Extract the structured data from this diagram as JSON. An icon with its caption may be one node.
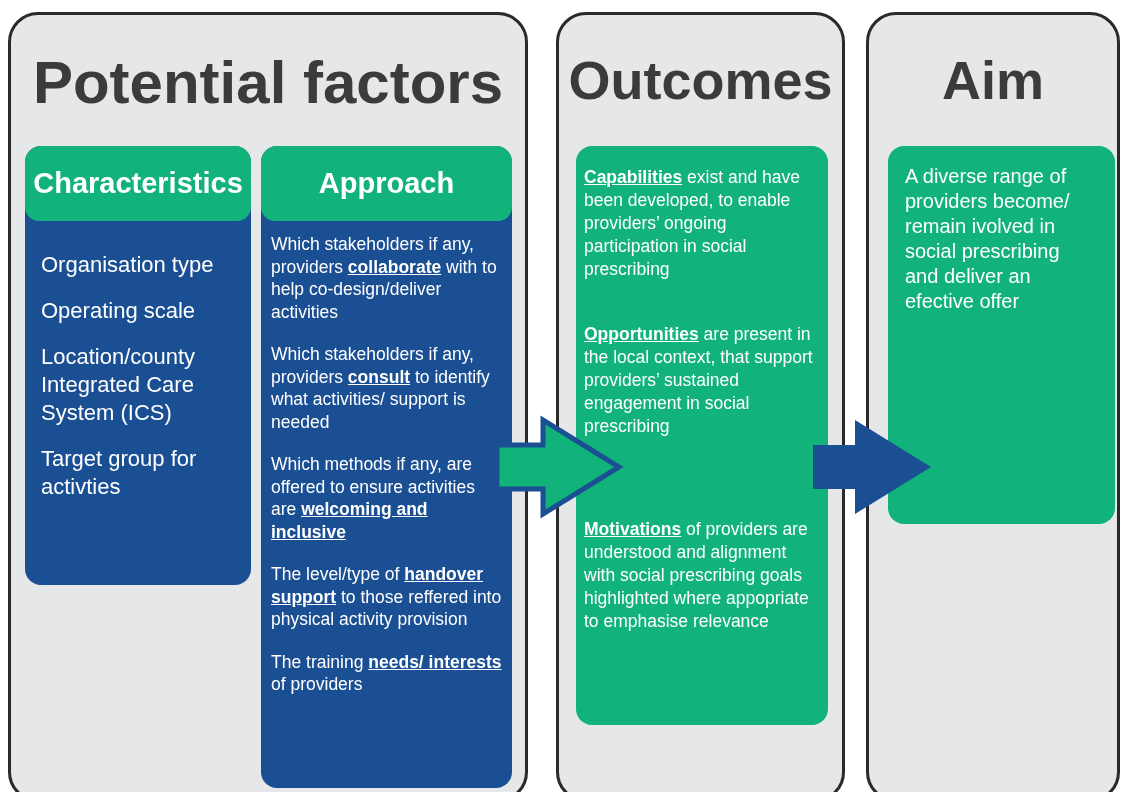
{
  "diagram": {
    "nodes": [
      {
        "text": [
          "Potential factors"
        ]
      },
      {
        "text": [
          "Characteristics",
          "Organisation type",
          "Operating scale",
          "Location/county Integrated Care System (ICS)",
          "Target group for activties"
        ],
        "in": 0
      },
      {
        "text": [
          "Approach",
          "Which stakeholders if any, providers **collaborate** with to help co-design/deliver activities",
          "Which stakeholders if any, providers **consult** to identify what activities/ support is needed",
          "Which methods if any, are offered to ensure activities are **welcoming and inclusive**",
          "The level/type of **handover support** to those reffered into physical activity provision",
          "The training **needs/ interests** of providers"
        ],
        "in": 0
      },
      {
        "text": [
          "Outcomes"
        ]
      },
      {
        "text": [
          "**Capabilities** exist and have been developed, to enable providers’ ongoing participation in social prescribing",
          "**Opportunities** are present in the local context, that support providers’ sustained engagement in social prescribing",
          "**Motivations** of providers are understood and alignment with social prescribing goals highlighted where appopriate to emphasise relevance"
        ],
        "in": 3
      },
      {
        "text": [
          "Aim"
        ]
      },
      {
        "text": [
          "A diverse range of providers become/ remain ivolved in social prescribing and deliver an efective offer"
        ],
        "in": 5
      }
    ],
    "edges": [
      {
        "from": 2,
        "to": 4,
        "arrow": "to",
        "color": "#12b37b"
      },
      {
        "from": 4,
        "to": 6,
        "arrow": "to",
        "color": "#1b4f93"
      }
    ]
  }
}
